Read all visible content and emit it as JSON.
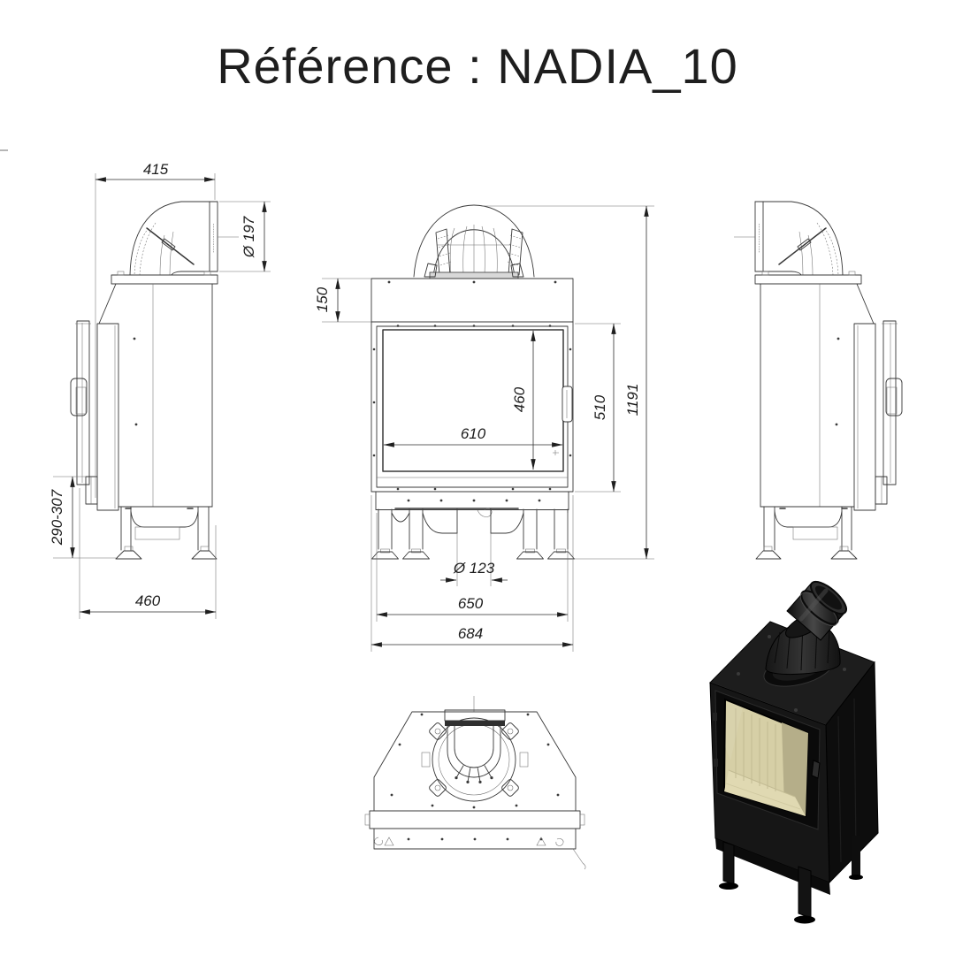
{
  "title": "Référence : NADIA_10",
  "dimensions": {
    "side_left": {
      "depth_top": "415",
      "flue_diameter": "Ø 197",
      "height_adjust_range": "290-307",
      "depth_bottom": "460"
    },
    "front": {
      "top_band_height": "150",
      "glass_height": "460",
      "glass_width": "610",
      "door_height": "510",
      "total_height": "1191",
      "outlet_diameter": "Ø 123",
      "base_width": "650",
      "overall_width": "684"
    }
  },
  "colors": {
    "background": "#ffffff",
    "drawing_line": "#383838",
    "dimension_text": "#1c1c1c",
    "title_text": "#1e1e1e",
    "render_body": "#161616",
    "render_interior": "#d6cfa6",
    "render_interior_floor": "#e0d9b2",
    "render_interior_shade": "#b5ae89"
  }
}
